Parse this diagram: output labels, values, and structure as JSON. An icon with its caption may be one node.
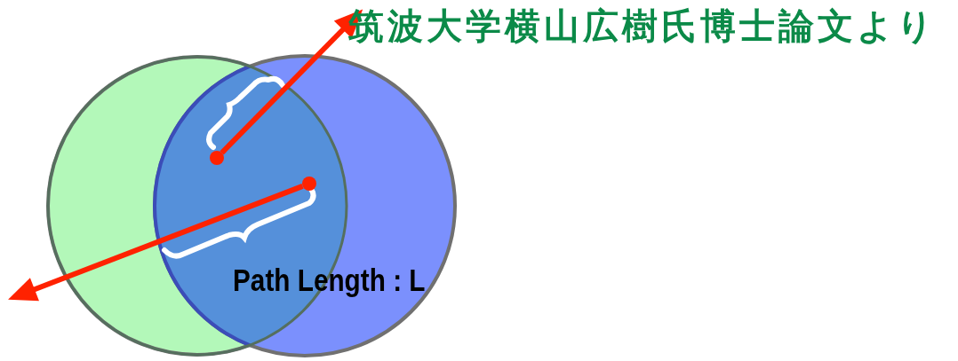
{
  "diagram": {
    "title": "筑波大学横山広樹氏博士論文より",
    "nodes": [
      {
        "text": [],
        "shape": "circle"
      },
      {
        "text": [],
        "shape": "circle"
      }
    ],
    "edges": [
      {
        "from": 0,
        "to": null,
        "arrow": "to"
      },
      {
        "from": 1,
        "to": null,
        "arrow": "to"
      }
    ],
    "labels": [
      "Path Length : L"
    ]
  }
}
